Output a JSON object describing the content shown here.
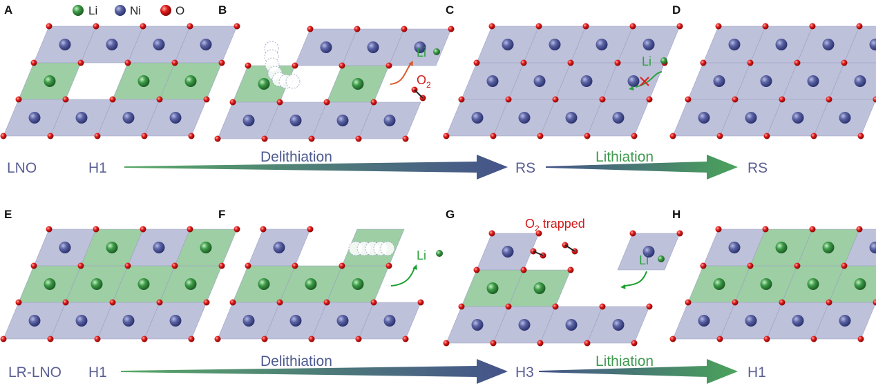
{
  "panels": [
    "A",
    "B",
    "C",
    "D",
    "E",
    "F",
    "G",
    "H"
  ],
  "legend": {
    "li": "Li",
    "ni": "Ni",
    "o": "O"
  },
  "row1": {
    "material": "LNO",
    "stage_start": "H1",
    "arrow1": "Delithiation",
    "stage_mid": "RS",
    "arrow2": "Lithiation",
    "stage_end": "RS"
  },
  "row2": {
    "material": "LR-LNO",
    "stage_start": "H1",
    "arrow1": "Delithiation",
    "stage_mid": "H3",
    "arrow2": "Lithiation",
    "stage_end": "H1"
  },
  "annotations": {
    "li_out_b": "Li",
    "o2_b": "O",
    "o2_b_sub": "2",
    "li_blocked_c": "Li",
    "li_out_f": "Li",
    "o2_trapped_prefix": "O",
    "o2_trapped_sub": "2",
    "o2_trapped_suffix": " trapped",
    "li_in_g": "Li"
  },
  "colors": {
    "ni_plane": "#b3b6d4",
    "li_plane": "#8cc594",
    "ni_atom": "#48508f",
    "li_atom": "#2f8a3c",
    "o_atom": "#d01010",
    "arrow_blue": "#46558a",
    "arrow_green": "#4aa35a"
  }
}
